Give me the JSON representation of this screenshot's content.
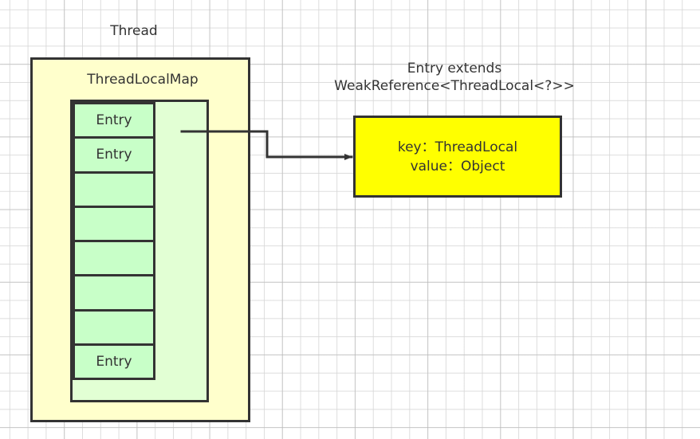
{
  "diagram": {
    "title_labels": {
      "thread": "Thread",
      "threadlocalmap": "ThreadLocalMap",
      "entry_class": "Entry extends\nWeakReference<ThreadLocal<?>>"
    },
    "thread_box": {
      "fill": "#ffffcc",
      "stroke": "#333333"
    },
    "map_box": {
      "fill": "#e2ffd4",
      "stroke": "#333333"
    },
    "entry_table": {
      "fill": "#c8ffc8",
      "stroke": "#333333",
      "rows": [
        {
          "label": "Entry"
        },
        {
          "label": "Entry"
        },
        {
          "label": ""
        },
        {
          "label": ""
        },
        {
          "label": ""
        },
        {
          "label": ""
        },
        {
          "label": ""
        },
        {
          "label": "Entry"
        }
      ]
    },
    "entry_detail_box": {
      "fill": "#ffff00",
      "stroke": "#333333",
      "text": "key：ThreadLocal\nvalue：Object"
    },
    "connector": {
      "name": "entry-to-detail-arrow",
      "stroke": "#333333"
    },
    "colors": {
      "text": "#333333",
      "grid_minor": "#d7d7d7",
      "grid_major": "#b4b4b4",
      "page_background": "#ffffff"
    }
  }
}
